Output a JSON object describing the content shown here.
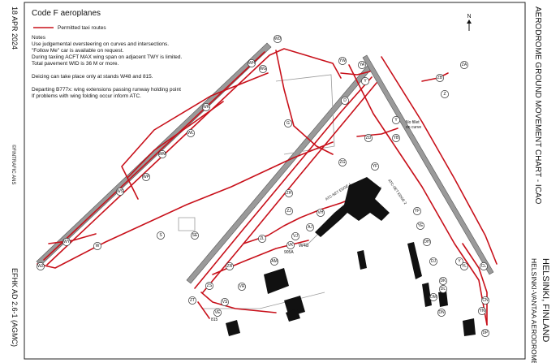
{
  "header": {
    "title": "Code F aeroplanes",
    "legend_label": "Permitted taxi routes"
  },
  "notes": {
    "heading": "Notes",
    "lines": [
      "Use judgemental oversteering on curves and intersections.",
      "\"Follow Me\" car is available on request.",
      "During taxiing ACFT MAX wing span on adjacent TWY is limited.",
      "Total pavement WID is 36 M or more.",
      "",
      "Deicing can take place only at stands W48 and 815.",
      "",
      "Departing B777x: wing extensions passing runway holding point",
      "If problems with wing folding occur inform ATC."
    ]
  },
  "left_margin": {
    "date": "18 APR 2024",
    "copyright": "©FINTRAFIC ANS",
    "chart_id": "EFHK AD 2.6-1 (AGMC)"
  },
  "right_margin": {
    "chart_title": "AERODROME GROUND MOVEMENT CHART - ICAO",
    "aerodrome": "HELSINKI-VANTAA AERODROME",
    "city": "HELSINKI, FINLAND"
  },
  "north_label": "N",
  "map_labels": {
    "no_fillet": "No fillet",
    "on_curve": "on curve",
    "apron_1": "ATC-SET EDGE 1",
    "apron_2": "ATC-SET EDGE 2",
    "stand_w48": "W48",
    "stand_905a": "905A",
    "stand_815": "815"
  },
  "taxiways": [
    "WD",
    "WH",
    "WG",
    "WK",
    "WL",
    "WM",
    "WP",
    "WS",
    "WY",
    "WZ",
    "W",
    "G",
    "S",
    "SE",
    "ZA",
    "ZB",
    "Z",
    "YW",
    "YA",
    "Y",
    "D",
    "ZD",
    "ZG",
    "YF",
    "ZH",
    "ZJ",
    "ZL",
    "ZR",
    "ZS",
    "ZT",
    "YB",
    "VK",
    "VJ",
    "VH",
    "AJ",
    "AM",
    "VR",
    "VS",
    "VE",
    "YE",
    "YF",
    "DH",
    "DJ",
    "DK",
    "DL",
    "DM",
    "DN",
    "DP",
    "CL",
    "CN",
    "YL",
    "YN",
    "Y",
    "Y"
  ],
  "colors": {
    "route": "#c8101a",
    "runway": "#9a9a9a",
    "building": "#111111"
  }
}
